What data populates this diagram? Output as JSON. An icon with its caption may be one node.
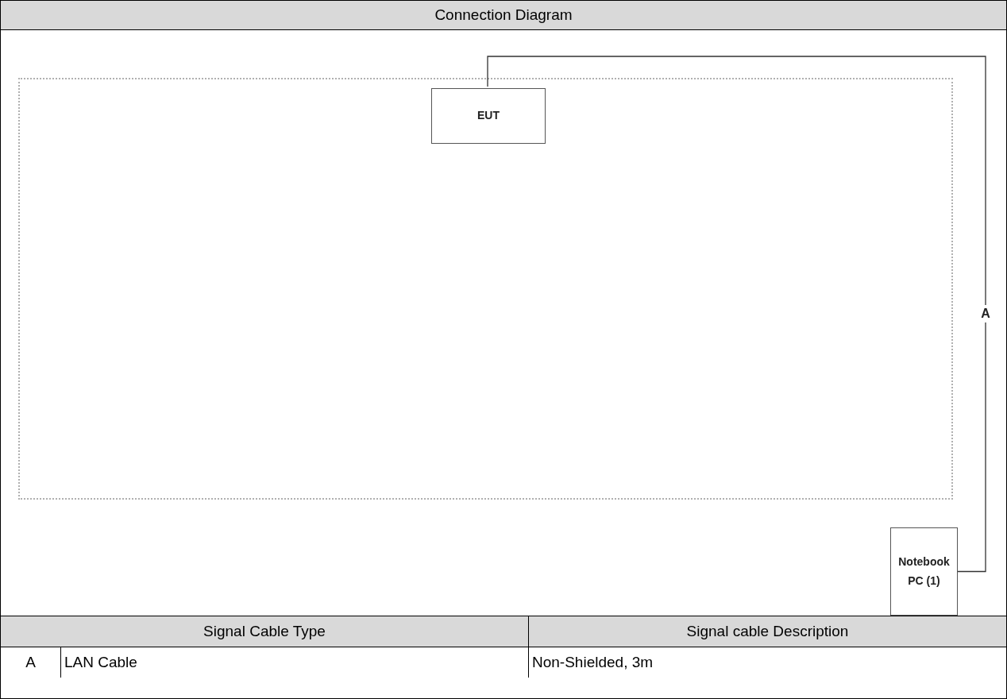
{
  "diagram": {
    "title": "Connection Diagram",
    "nodes": [
      {
        "text": [],
        "shape": "box"
      },
      {
        "text": [
          "EUT"
        ],
        "in": 0
      },
      {
        "text": [
          "Notebook PC (1)"
        ]
      }
    ],
    "edges": [
      {
        "from": 1,
        "to": 2,
        "arrow": "none",
        "label": "A"
      }
    ],
    "labels": [
      "Signal Cable Type",
      "Signal cable Description",
      "A",
      "LAN Cable",
      "Non-Shielded, 3m"
    ]
  }
}
